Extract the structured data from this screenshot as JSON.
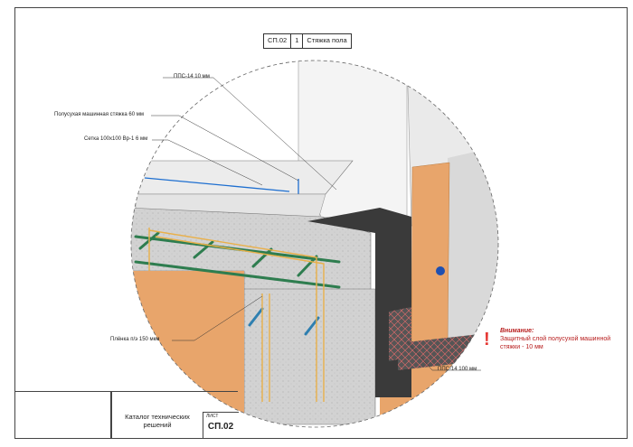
{
  "title": {
    "code": "СП.02",
    "number": "1",
    "name": "Стяжка пола"
  },
  "callouts": {
    "pps_top": "ППС-14 10 мм",
    "screed": "Полусухая машинная стяжка 60 мм",
    "mesh": "Сетка 100х100 Вр-1 6 мм",
    "film": "Плёнка п/э 150 мкм",
    "pps_side": "ППС-14 100 мм"
  },
  "warning": {
    "heading": "Внимание:",
    "text": "Защитный слой полусухой машинной стяжки - 10 мм"
  },
  "stamp": {
    "catalog": "Каталог технических решений",
    "sheet_label": "ЛИСТ",
    "sheet_code": "СП.02"
  },
  "colors": {
    "rebar": "#2e7d4f",
    "timber": "#e8a56b",
    "concrete": "#cfcfcf",
    "insulation": "#3a3a3a",
    "warning": "#e53935",
    "mesh": "#1e6fd0"
  },
  "icons": [
    "warning-icon"
  ]
}
